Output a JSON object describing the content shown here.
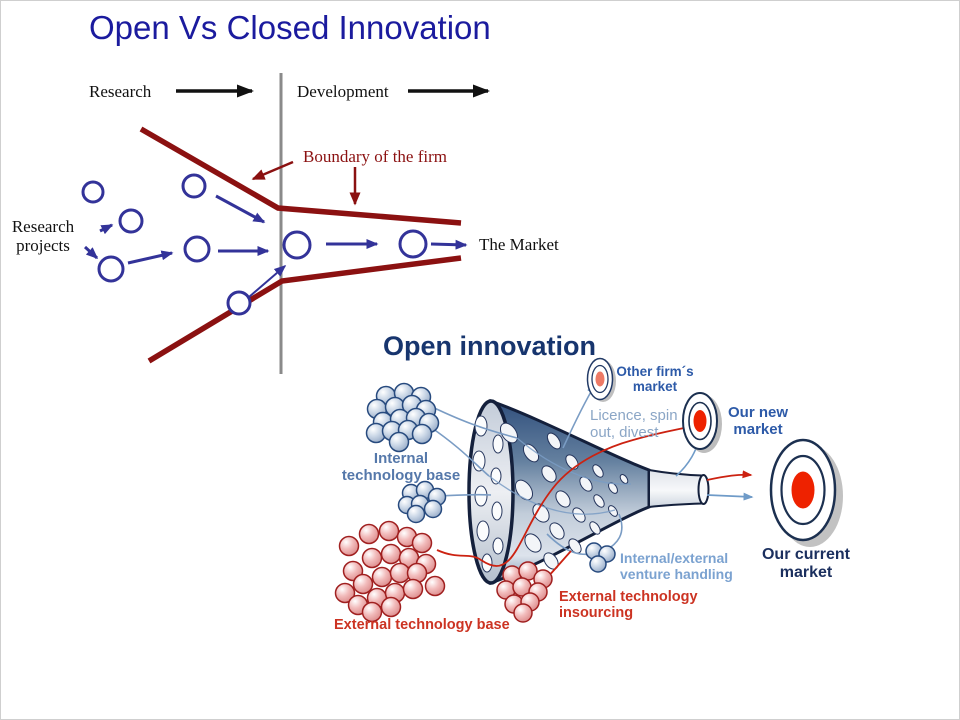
{
  "slide": {
    "title": "Open Vs Closed Innovation"
  },
  "closed_diagram": {
    "research": "Research",
    "development": "Development",
    "boundary": "Boundary of the firm",
    "projects": [
      "Research",
      "projects"
    ],
    "market": "The Market"
  },
  "open_diagram": {
    "title": "Open innovation",
    "internal_tech": [
      "Internal",
      "technology base"
    ],
    "other_firms": [
      "Other firm´s",
      "market"
    ],
    "licence": [
      "Licence, spin",
      "out, divest"
    ],
    "our_new": [
      "Our new",
      "market"
    ],
    "venture": [
      "Internal/external",
      "venture handling"
    ],
    "insourcing": [
      "External technology",
      "insourcing"
    ],
    "external_base": "External technology base",
    "our_current": [
      "Our current",
      "market"
    ]
  },
  "colors": {
    "title": "#1b1b9e",
    "maroon": "#8b1111",
    "navy": "#333399",
    "open_heading": "#17356e",
    "slate_label": "#5578aa",
    "light_slate": "#8ba6c6",
    "blue_label": "#2d5aa8",
    "venture": "#7ba2d0",
    "red_label": "#cc3322",
    "dark_navy_label": "#1b2f5e",
    "target_red": "#ee2200"
  }
}
